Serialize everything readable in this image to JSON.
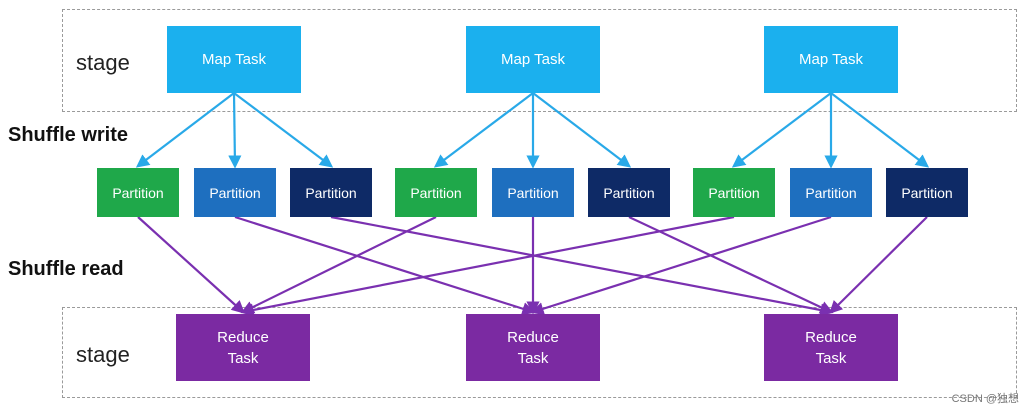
{
  "stages": [
    {
      "label": "stage"
    },
    {
      "label": "stage"
    }
  ],
  "sections": {
    "shuffle_write": "Shuffle write",
    "shuffle_read": "Shuffle read"
  },
  "map_tasks": [
    {
      "label": "Map Task"
    },
    {
      "label": "Map Task"
    },
    {
      "label": "Map Task"
    }
  ],
  "partitions": [
    {
      "label": "Partition",
      "color": "#1fa84a"
    },
    {
      "label": "Partition",
      "color": "#1e6fbf"
    },
    {
      "label": "Partition",
      "color": "#0e2a66"
    },
    {
      "label": "Partition",
      "color": "#1fa84a"
    },
    {
      "label": "Partition",
      "color": "#1e6fbf"
    },
    {
      "label": "Partition",
      "color": "#0e2a66"
    },
    {
      "label": "Partition",
      "color": "#1fa84a"
    },
    {
      "label": "Partition",
      "color": "#1e6fbf"
    },
    {
      "label": "Partition",
      "color": "#0e2a66"
    }
  ],
  "reduce_tasks": [
    {
      "label": "Reduce\nTask"
    },
    {
      "label": "Reduce\nTask"
    },
    {
      "label": "Reduce\nTask"
    }
  ],
  "colors": {
    "map_fill": "#1bb0ee",
    "map_arrow": "#29a9e8",
    "reduce_fill": "#7b2aa2",
    "shuffle_arrow": "#7a30b0"
  },
  "watermark": "CSDN @独想"
}
